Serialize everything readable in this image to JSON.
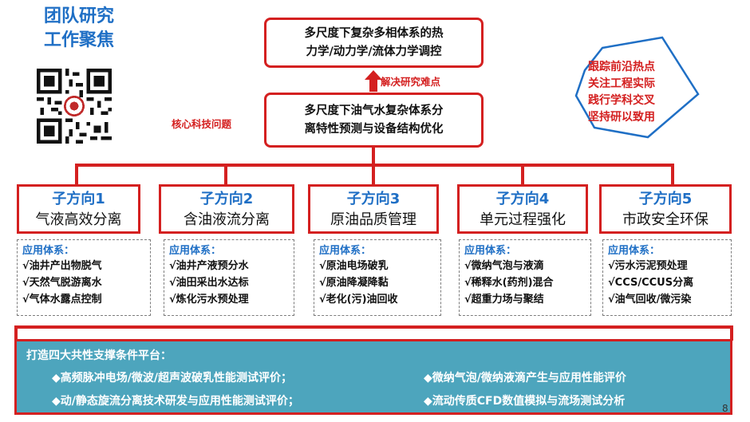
{
  "team_title": [
    "团队研究",
    "工作聚焦"
  ],
  "top_problem": [
    "多尺度下复杂多相体系的热",
    "力学/动力学/流体力学调控"
  ],
  "solve_label": "解决研究难点",
  "core_problem": [
    "多尺度下油气水复杂体系分",
    "离特性预测与设备结构优化"
  ],
  "core_label": "核心科技问题",
  "motto": [
    "跟踪前沿热点",
    "关注工程实际",
    "践行学科交叉",
    "坚持研以致用"
  ],
  "sub_directions": [
    {
      "name": "子方向1",
      "topic": "气液高效分离"
    },
    {
      "name": "子方向2",
      "topic": "含油液流分离"
    },
    {
      "name": "子方向3",
      "topic": "原油品质管理"
    },
    {
      "name": "子方向4",
      "topic": "单元过程强化"
    },
    {
      "name": "子方向5",
      "topic": "市政安全环保"
    }
  ],
  "applications": [
    {
      "head": "应用体系：",
      "items": [
        "√油井产出物脱气",
        "√天然气脱游离水",
        "√气体水露点控制"
      ]
    },
    {
      "head": "应用体系：",
      "items": [
        "√油井产液预分水",
        "√油田采出水达标",
        "√炼化污水预处理"
      ]
    },
    {
      "head": "应用体系：",
      "items": [
        "√原油电场破乳",
        "√原油降凝降黏",
        "√老化(污)油回收"
      ]
    },
    {
      "head": "应用体系：",
      "items": [
        "√微纳气泡与液滴",
        "√稀释水(药剂)混合",
        "√超重力场与聚结"
      ]
    },
    {
      "head": "应用体系：",
      "items": [
        "√污水污泥预处理",
        "√CCS/CCUS分离",
        "√油气回收/微污染"
      ]
    }
  ],
  "platform": {
    "head": "打造四大共性支撑条件平台：",
    "items": [
      "◆高频脉冲电场/微波/超声波破乳性能测试评价；",
      "◆微纳气泡/微纳液滴产生与应用性能评价",
      "◆动/静态旋流分离技术研发与应用性能测试评价；",
      "◆流动传质CFD数值模拟与流场测试分析"
    ]
  },
  "page_number": "8",
  "colors": {
    "red": "#d42020",
    "blue": "#1f6fc5",
    "teal": "#4da5bd"
  }
}
